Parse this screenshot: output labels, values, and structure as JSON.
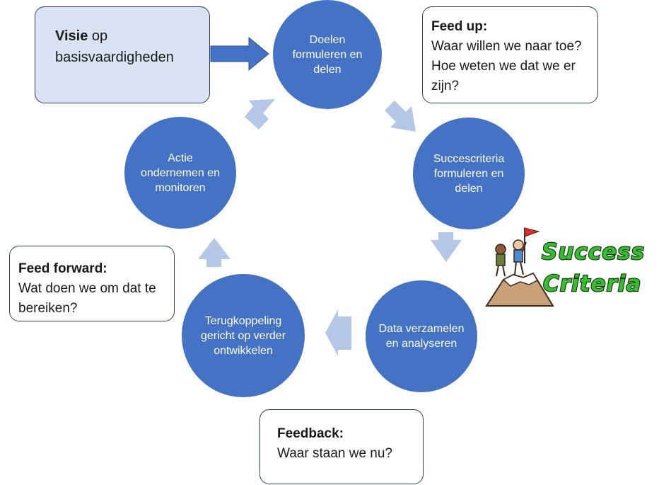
{
  "vision_box": {
    "bold": "Visie",
    "rest": " op basisvaardigheden"
  },
  "cycle": {
    "goals": "Doelen formuleren en delen",
    "success_criteria": "Succescriteria formuleren en delen",
    "data": "Data verzamelen en analyseren",
    "feedback_loop": "Terugkoppeling gericht op verder ontwikkelen",
    "action": "Actie ondernemen en monitoren"
  },
  "feed_up": {
    "title": "Feed up:",
    "line1": "Waar willen we naar toe?",
    "line2": "Hoe weten we dat we er zijn?"
  },
  "feedback": {
    "title": "Feedback:",
    "line1": "Waar staan we nu?"
  },
  "feed_forward": {
    "title": "Feed forward:",
    "line1": "Wat doen we om dat te bereiken?"
  },
  "clipart": {
    "word1": "Success",
    "word2": "Criteria",
    "icon": "mountain-climbers-icon"
  },
  "colors": {
    "circle": "#4472c4",
    "arrow_light": "#b4c7e7",
    "arrow_dark": "#4472c4",
    "vision_fill": "#dae3f3"
  }
}
